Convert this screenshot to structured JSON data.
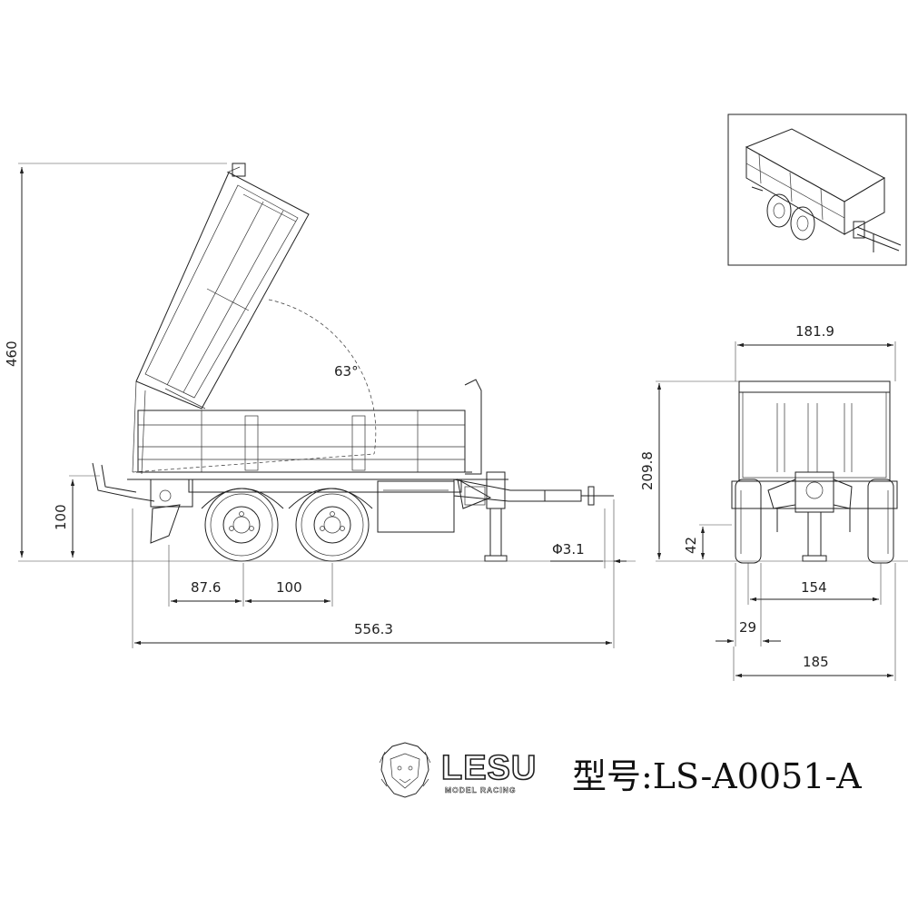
{
  "side_view": {
    "dims": {
      "height_tipped": "460",
      "angle": "63°",
      "height_frame": "100",
      "axle_offset": "87.6",
      "axle_spacing": "100",
      "length_total": "556.3",
      "pin_diameter": "Φ3.1"
    }
  },
  "rear_view": {
    "dims": {
      "width_top": "181.9",
      "height_body": "209.8",
      "hitch_height": "42",
      "track": "154",
      "tire_width": "29",
      "width_total": "185"
    }
  },
  "footer": {
    "brand_main": "LESU",
    "brand_sub": "MODEL RACING",
    "model_label": "型号:LS-A0051-A"
  }
}
